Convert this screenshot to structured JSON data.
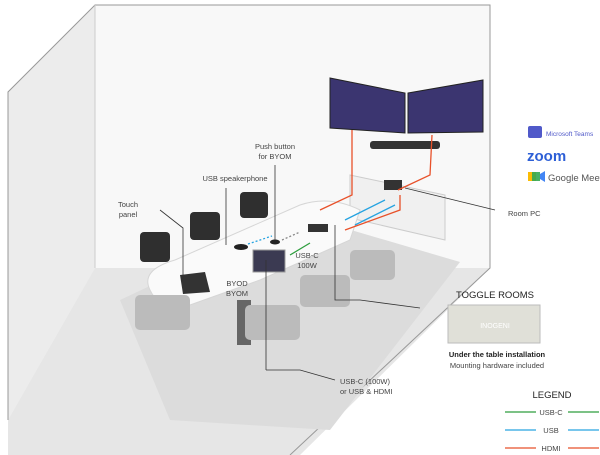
{
  "labels": {
    "touch_panel": [
      "Touch",
      "panel"
    ],
    "usb_speakerphone": "USB speakerphone",
    "push_button": [
      "Push button",
      "for BYOM"
    ],
    "usbc_100w": [
      "USB-C",
      "100W"
    ],
    "byod": [
      "BYOD",
      "BYOM"
    ],
    "room_pc": "Room PC",
    "bottom_cable": [
      "USB-C (100W)",
      "or USB & HDMI"
    ]
  },
  "platforms": {
    "teams": "Microsoft Teams",
    "zoom": "zoom",
    "meet": "Google Meet"
  },
  "toggle": {
    "title": "TOGGLE ROOMS",
    "brand": "INOGENI",
    "caption_bold": "Under the table installation",
    "caption": "Mounting hardware included"
  },
  "legend": {
    "title": "LEGEND",
    "items": [
      {
        "label": "USB-C",
        "color": "#2e9e3e"
      },
      {
        "label": "USB",
        "color": "#27a3e0"
      },
      {
        "label": "HDMI",
        "color": "#e8512a"
      }
    ]
  }
}
